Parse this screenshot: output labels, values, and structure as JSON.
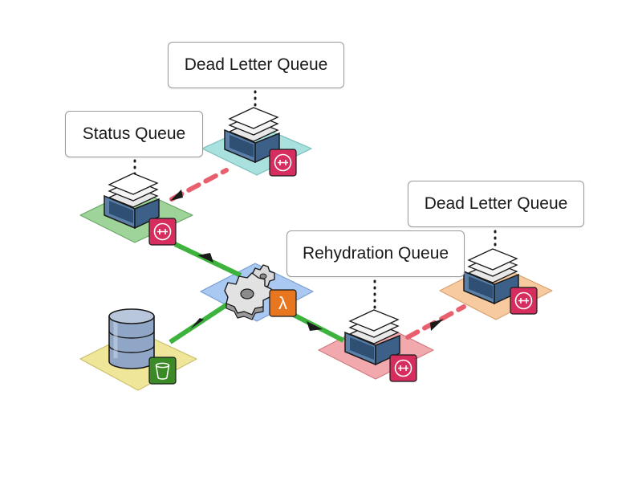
{
  "colors": {
    "status_tile": "#9ed49a",
    "dlq1_tile": "#a9e1df",
    "lambda_tile": "#a9c8f2",
    "bucket_tile": "#efe69a",
    "rehydration_tile": "#f2a9ad",
    "dlq2_tile": "#f7caa0",
    "flow_line": "#3db33d",
    "dlq_link": "#e8606e",
    "sqs_badge": "#d62d5e",
    "lambda_badge": "#e8761e",
    "s3_badge": "#3a8a25"
  },
  "icons": {
    "sqs": "sqs-icon",
    "lambda": "lambda-icon",
    "s3": "s3-bucket-icon",
    "gears": "gears-icon",
    "database": "database-icon",
    "queue_stack": "queue-stack-icon"
  },
  "labels": {
    "dead_letter_queue_top": "Dead Letter Queue",
    "status_queue": "Status Queue",
    "dead_letter_queue_right": "Dead Letter Queue",
    "rehydration_queue": "Rehydration Queue"
  },
  "lambda_symbol": "λ"
}
